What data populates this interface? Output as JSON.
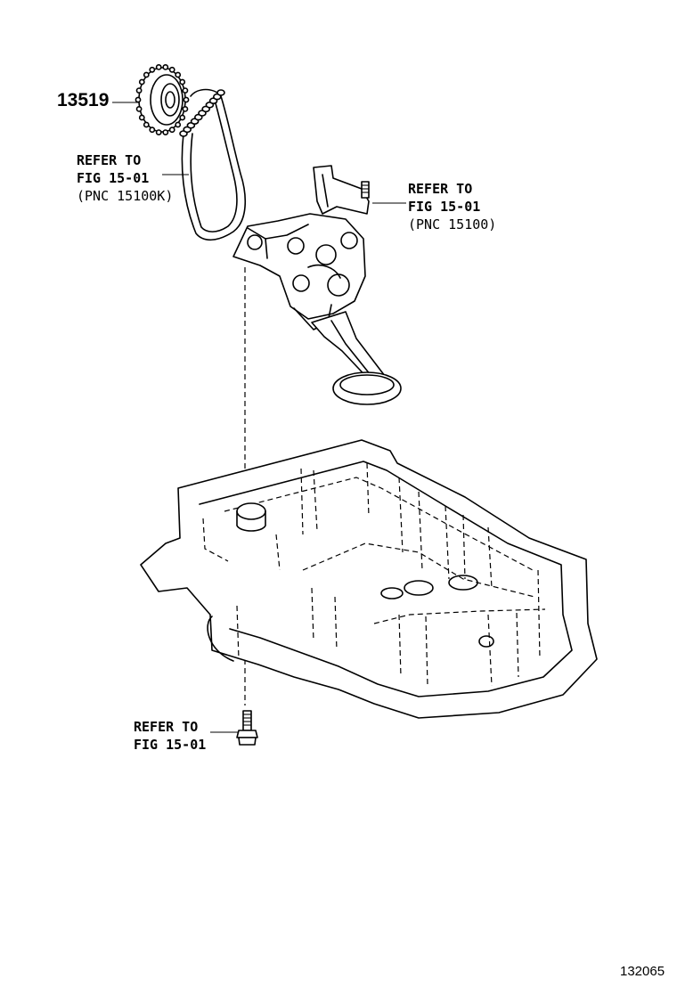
{
  "callouts": {
    "sprocket_part_number": "13519",
    "chain_ref": {
      "line1": "REFER TO",
      "line2": "FIG 15-01",
      "line3": "(PNC 15100K)"
    },
    "pump_ref": {
      "line1": "REFER TO",
      "line2": "FIG 15-01",
      "line3": "(PNC 15100)"
    },
    "bolt_ref": {
      "line1": "REFER TO",
      "line2": "FIG 15-01"
    }
  },
  "figure_id": "132065"
}
